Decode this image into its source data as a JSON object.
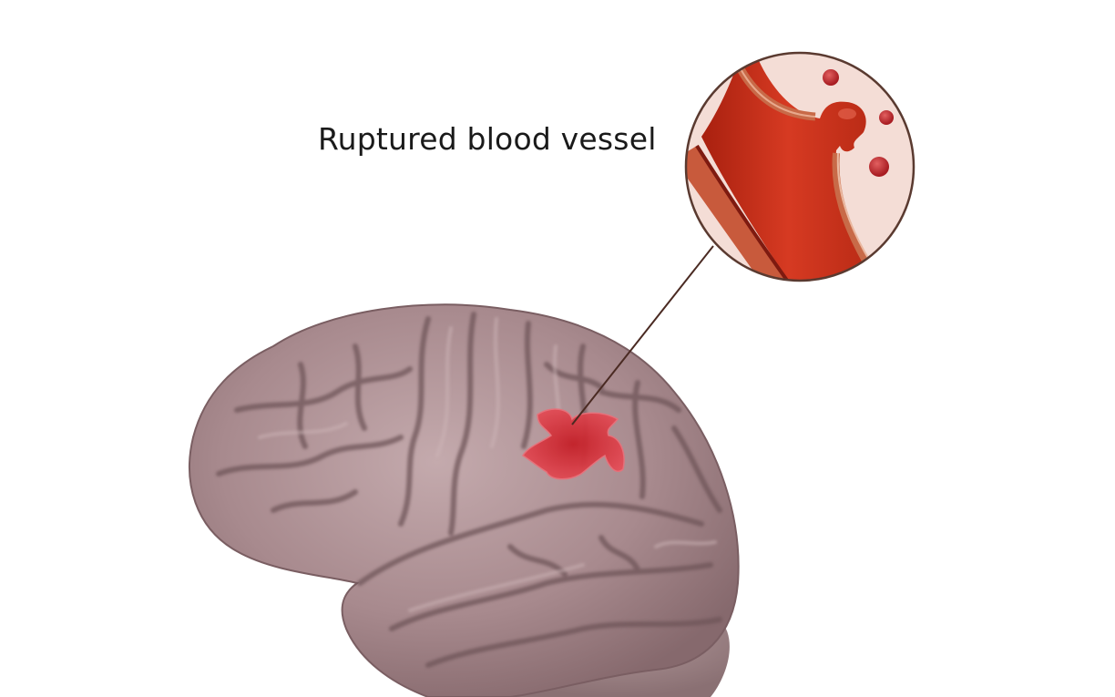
{
  "diagram": {
    "label": "Ruptured blood vessel",
    "subject": "brain-hemorrhage",
    "inset": {
      "description": "magnified view of ruptured blood vessel with aneurysm bulge and leaking blood droplets",
      "droplet_count": 3
    },
    "colors": {
      "background": "#ffffff",
      "label_text": "#1a1a1a",
      "brain_base": "#a88a8e",
      "brain_sulci": "#6e5458",
      "brain_highlight": "#c9b0b2",
      "hemorrhage": "#d8383c",
      "vessel": "#c8321e",
      "vessel_wall": "#b55438",
      "inset_bg": "#f4ddd6",
      "inset_border": "#5a3a30",
      "leader_line": "#4a2a22"
    }
  }
}
